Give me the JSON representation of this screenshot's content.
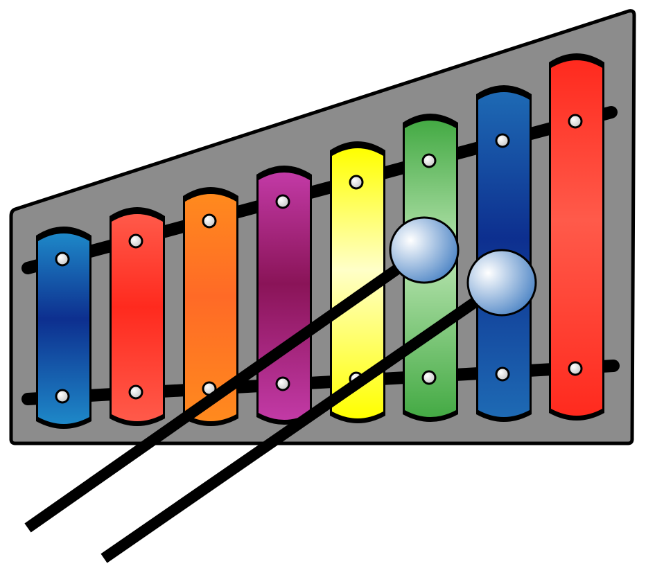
{
  "illustration": {
    "subject": "xylophone",
    "background_color": "#ffffff",
    "frame_color": "#8c8c8c",
    "outline_color": "#000000",
    "rail_color": "#000000",
    "rivet_color": "#c8c8c8",
    "mallet_head_color": "#4f86c6",
    "mallet_highlight_color": "#ffffff",
    "mallet_stick_color": "#000000",
    "bars": [
      {
        "id": "bar-1",
        "color_name": "blue",
        "edge": "#1e88c8",
        "mid": "#0d2f8f"
      },
      {
        "id": "bar-2",
        "color_name": "red",
        "edge": "#ff5a4a",
        "mid": "#ff2a1e"
      },
      {
        "id": "bar-3",
        "color_name": "orange",
        "edge": "#ff8a1e",
        "mid": "#ff6a26"
      },
      {
        "id": "bar-4",
        "color_name": "purple",
        "edge": "#c23aa6",
        "mid": "#8a1458"
      },
      {
        "id": "bar-5",
        "color_name": "yellow",
        "edge": "#ffff00",
        "mid": "#ffffc8"
      },
      {
        "id": "bar-6",
        "color_name": "green",
        "edge": "#44aa44",
        "mid": "#b8e4b0"
      },
      {
        "id": "bar-7",
        "color_name": "blue",
        "edge": "#1e6ab4",
        "mid": "#0d2f8f"
      },
      {
        "id": "bar-8",
        "color_name": "red",
        "edge": "#ff2a1e",
        "mid": "#ff5a4a"
      }
    ]
  }
}
